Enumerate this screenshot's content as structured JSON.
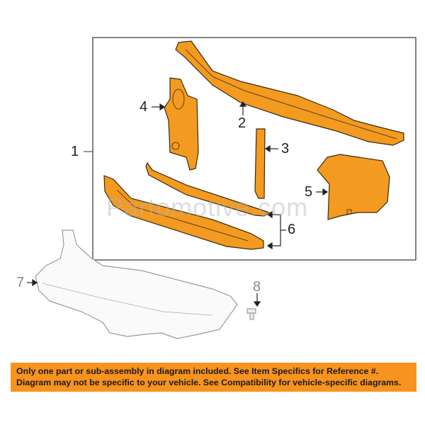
{
  "diagram": {
    "callouts": [
      "1",
      "2",
      "3",
      "4",
      "5",
      "6",
      "7",
      "8"
    ],
    "watermark": "Partomotive.com",
    "part_color": "#f39a20",
    "outline_color": "#3a2a10"
  },
  "notice": {
    "line1": "Only one part or sub-assembly in diagram included. See Item Specifics for Reference #.",
    "line2": "Diagram may not be specific to your vehicle. See Compatibility for vehicle-specific diagrams.",
    "background": "#f7931e"
  }
}
